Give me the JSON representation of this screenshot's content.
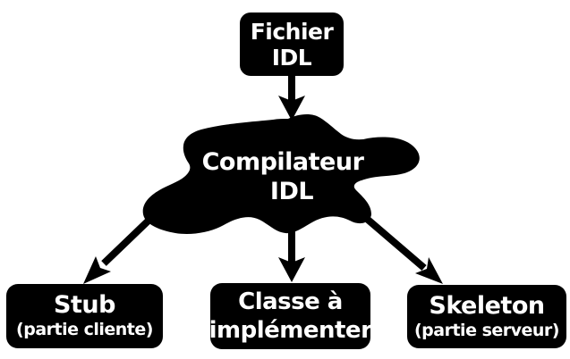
{
  "diagram": {
    "background_color": "#ffffff",
    "node_fill_color": "#000000",
    "node_text_color": "#ffffff",
    "arrow_color": "#000000",
    "nodes": {
      "fichier_idl": {
        "line1": "Fichier",
        "line2": "IDL"
      },
      "compilateur_idl": {
        "line1": "Compilateur",
        "line2": "IDL"
      },
      "stub": {
        "title": "Stub",
        "subtitle": "(partie cliente)"
      },
      "classe_a_implementer": {
        "line1": "Classe à",
        "line2": "implémenter"
      },
      "skeleton": {
        "title": "Skeleton",
        "subtitle": "(partie serveur)"
      }
    },
    "edges": [
      {
        "from": "Fichier IDL",
        "to": "Compilateur IDL"
      },
      {
        "from": "Compilateur IDL",
        "to": "Stub (partie cliente)"
      },
      {
        "from": "Compilateur IDL",
        "to": "Classe à implémenter"
      },
      {
        "from": "Compilateur IDL",
        "to": "Skeleton (partie serveur)"
      }
    ]
  }
}
